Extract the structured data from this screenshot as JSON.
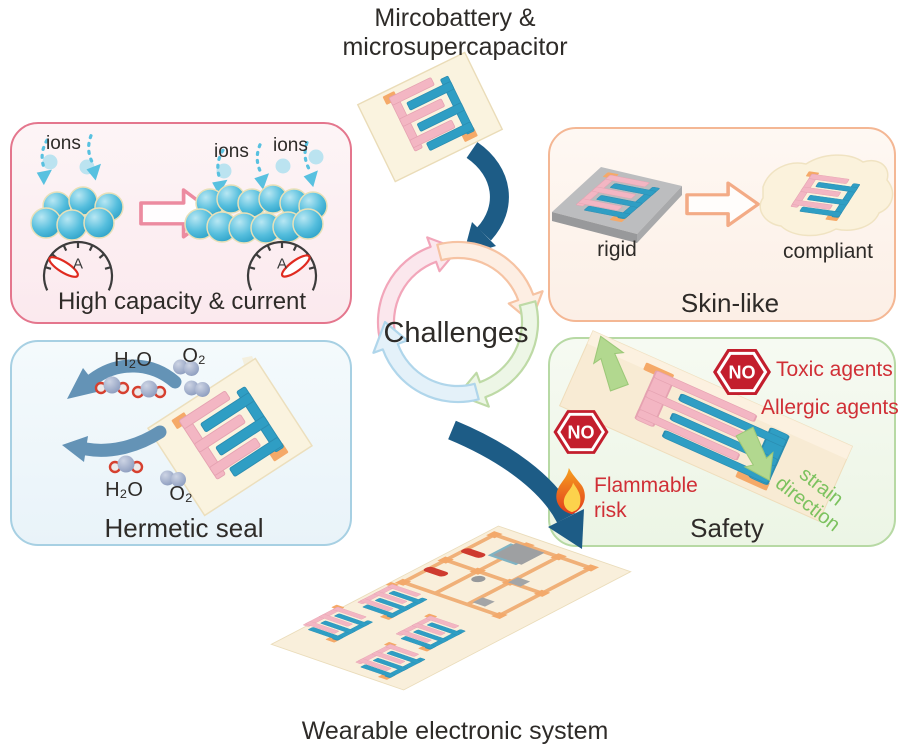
{
  "title": {
    "line1": "Mircobattery &",
    "line2": "microsupercapacitor"
  },
  "center_label": "Challenges",
  "bottom_label": "Wearable electronic system",
  "high_capacity": {
    "label": "High capacity & current",
    "ions": [
      "ions",
      "ions",
      "ions"
    ],
    "ammeter_unit": "A"
  },
  "skin_like": {
    "label": "Skin-like",
    "left_caption": "rigid",
    "right_caption": "compliant"
  },
  "hermetic_seal": {
    "label": "Hermetic seal",
    "h2o": "H₂O",
    "o2": "O₂"
  },
  "safety": {
    "label": "Safety",
    "no_sign": "NO",
    "toxic": "Toxic agents",
    "allergic": "Allergic agents",
    "flammable_line1": "Flammable",
    "flammable_line2": "risk",
    "strain_line1": "strain",
    "strain_line2": "direction"
  },
  "colors": {
    "dark_arrow": "#1d5c86",
    "pink_border": "#e4768d",
    "peach_border": "#f4b794",
    "blue_border": "#a7d0e3",
    "green_border": "#b7d9a4",
    "warning_red": "#d02f36",
    "strain_green": "#7cc25f",
    "electrode_pink": "#f3b6c3",
    "electrode_blue": "#2f9ec4",
    "pad_orange": "#f5a968",
    "ion_blue": "#58c1e0"
  }
}
